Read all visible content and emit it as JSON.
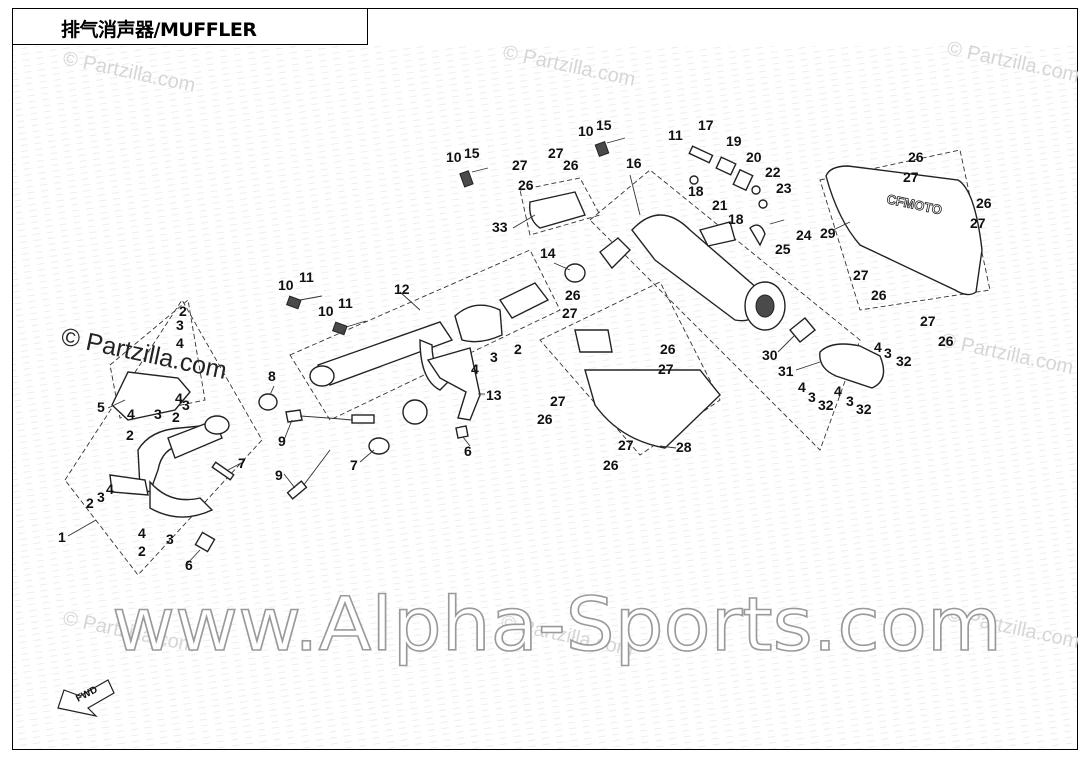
{
  "title": "排气消声器/MUFFLER",
  "watermarks": {
    "partzilla_small": "© Partzilla.com",
    "partzilla_large": "© Partzilla.com",
    "site": "www.Alpha-Sports.com"
  },
  "fwd_label": "FWD",
  "muffler_logo": "CFMOTO",
  "callouts": [
    {
      "id": "c1",
      "text": "1"
    },
    {
      "id": "c2a",
      "text": "2"
    },
    {
      "id": "c3a",
      "text": "3"
    },
    {
      "id": "c4a",
      "text": "4"
    },
    {
      "id": "c5",
      "text": "5"
    },
    {
      "id": "c2b",
      "text": "2"
    },
    {
      "id": "c3b",
      "text": "3"
    },
    {
      "id": "c4b",
      "text": "4"
    },
    {
      "id": "c2c",
      "text": "2"
    },
    {
      "id": "c3c",
      "text": "3"
    },
    {
      "id": "c4c",
      "text": "4"
    },
    {
      "id": "c4d",
      "text": "4"
    },
    {
      "id": "c3d",
      "text": "3"
    },
    {
      "id": "c2d",
      "text": "2"
    },
    {
      "id": "c2e",
      "text": "2"
    },
    {
      "id": "c4e",
      "text": "4"
    },
    {
      "id": "c3e",
      "text": "3"
    },
    {
      "id": "c6a",
      "text": "6"
    },
    {
      "id": "c7a",
      "text": "7"
    },
    {
      "id": "c8",
      "text": "8"
    },
    {
      "id": "c9a",
      "text": "9"
    },
    {
      "id": "c9b",
      "text": "9"
    },
    {
      "id": "c7b",
      "text": "7"
    },
    {
      "id": "c10a",
      "text": "10"
    },
    {
      "id": "c11a",
      "text": "11"
    },
    {
      "id": "c10b",
      "text": "10"
    },
    {
      "id": "c11b",
      "text": "11"
    },
    {
      "id": "c12",
      "text": "12"
    },
    {
      "id": "c2f",
      "text": "2"
    },
    {
      "id": "c3f",
      "text": "3"
    },
    {
      "id": "c4f",
      "text": "4"
    },
    {
      "id": "c13",
      "text": "13"
    },
    {
      "id": "c6b",
      "text": "6"
    },
    {
      "id": "c14",
      "text": "14"
    },
    {
      "id": "c10c",
      "text": "10"
    },
    {
      "id": "c15a",
      "text": "15"
    },
    {
      "id": "c27a",
      "text": "27"
    },
    {
      "id": "c27b",
      "text": "27"
    },
    {
      "id": "c26a",
      "text": "26"
    },
    {
      "id": "c26b",
      "text": "26"
    },
    {
      "id": "c33",
      "text": "33"
    },
    {
      "id": "c10d",
      "text": "10"
    },
    {
      "id": "c15b",
      "text": "15"
    },
    {
      "id": "c16",
      "text": "16"
    },
    {
      "id": "c11c",
      "text": "11"
    },
    {
      "id": "c17",
      "text": "17"
    },
    {
      "id": "c19",
      "text": "19"
    },
    {
      "id": "c20",
      "text": "20"
    },
    {
      "id": "c18a",
      "text": "18"
    },
    {
      "id": "c22",
      "text": "22"
    },
    {
      "id": "c23",
      "text": "23"
    },
    {
      "id": "c21",
      "text": "21"
    },
    {
      "id": "c18b",
      "text": "18"
    },
    {
      "id": "c24",
      "text": "24"
    },
    {
      "id": "c25",
      "text": "25"
    },
    {
      "id": "c26c",
      "text": "26"
    },
    {
      "id": "c27c",
      "text": "27"
    },
    {
      "id": "c26d",
      "text": "26"
    },
    {
      "id": "c27d",
      "text": "27"
    },
    {
      "id": "c28",
      "text": "28"
    },
    {
      "id": "c27e",
      "text": "27"
    },
    {
      "id": "c26e",
      "text": "26"
    },
    {
      "id": "c27f",
      "text": "27"
    },
    {
      "id": "c26f",
      "text": "26"
    },
    {
      "id": "c30",
      "text": "30"
    },
    {
      "id": "c31",
      "text": "31"
    },
    {
      "id": "c4g",
      "text": "4"
    },
    {
      "id": "c3g",
      "text": "3"
    },
    {
      "id": "c32a",
      "text": "32"
    },
    {
      "id": "c4h",
      "text": "4"
    },
    {
      "id": "c3h",
      "text": "3"
    },
    {
      "id": "c32b",
      "text": "32"
    },
    {
      "id": "c4i",
      "text": "4"
    },
    {
      "id": "c3i",
      "text": "3"
    },
    {
      "id": "c32c",
      "text": "32"
    },
    {
      "id": "c26g",
      "text": "26"
    },
    {
      "id": "c27g",
      "text": "27"
    },
    {
      "id": "c29",
      "text": "29"
    },
    {
      "id": "c26h",
      "text": "26"
    },
    {
      "id": "c27h",
      "text": "27"
    },
    {
      "id": "c27i",
      "text": "27"
    },
    {
      "id": "c26i",
      "text": "26"
    },
    {
      "id": "c27j",
      "text": "27"
    },
    {
      "id": "c26j",
      "text": "26"
    }
  ]
}
